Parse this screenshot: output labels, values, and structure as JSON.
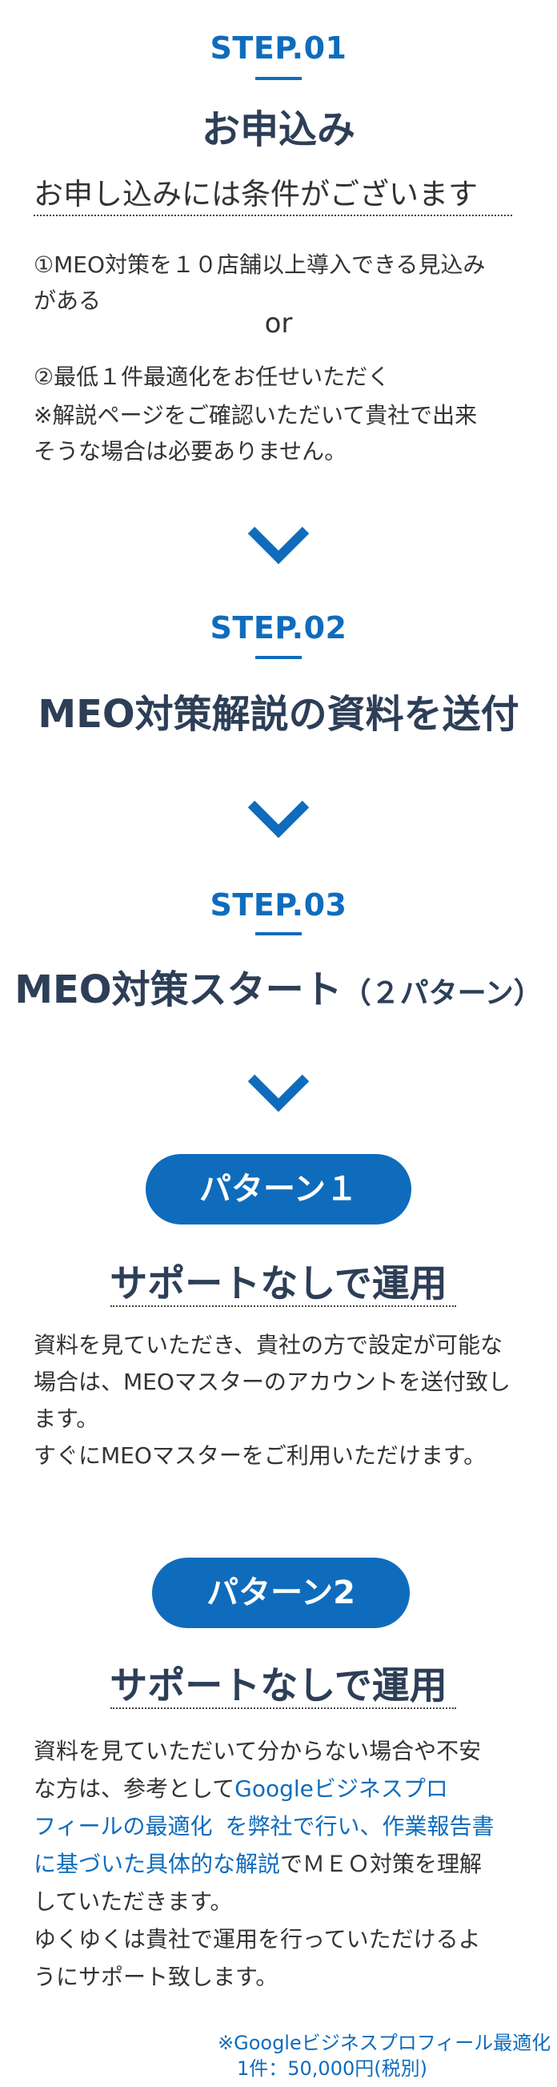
{
  "step1": {
    "label": "STEP.01",
    "title": "お申込み",
    "subtitle": "お申し込みには条件がございます",
    "condition1_line1": "①MEO対策を１０店舗以上導入できる見込み",
    "condition1_line2": "がある",
    "or": "or",
    "condition2": "②最低１件最適化をお任せいただく",
    "note_line1": "※解説ページをご確認いただいて貴社で出来",
    "note_line2": "そうな場合は必要ありません。"
  },
  "step2": {
    "label": "STEP.02",
    "title": "MEO対策解説の資料を送付"
  },
  "step3": {
    "label": "STEP.03",
    "title_main": "MEO対策スタート",
    "title_sub": "（２パターン）"
  },
  "pattern1": {
    "pill_label": "パターン１",
    "title": "サポートなしで運用",
    "line1": "資料を見ていただき、貴社の方で設定が可能な",
    "line2": "場合は、MEOマスターのアカウントを送付致し",
    "line3": "ます。",
    "line4": "すぐにMEOマスターをご利用いただけます。"
  },
  "pattern2": {
    "pill_label": "パターン2",
    "title": "サポートなしで運用",
    "line1": "資料を見ていただいて分からない場合や不安",
    "line2_a": "な方は、参考として",
    "line2_b": "Googleビジネスプロ",
    "line3_a": "フィールの最適化",
    "line3_b": "を弊社で行い、作業報告書",
    "line4_a": "に基づいた具体的な解説",
    "line4_b": "でＭＥＯ対策を理解",
    "line5": "していただきます。",
    "line6": "ゆくゆくは貴社で運用を行っていただけるよ",
    "line7": "うにサポート致します。",
    "note_line1": "※Googleビジネスプロフィール最適化",
    "note_line2": "1件：50,000円(税別)"
  },
  "colors": {
    "accent": "#0f6cbd",
    "title": "#2d3e57",
    "text": "#333333"
  },
  "icons": {
    "chevron": "chevron-down-icon"
  }
}
